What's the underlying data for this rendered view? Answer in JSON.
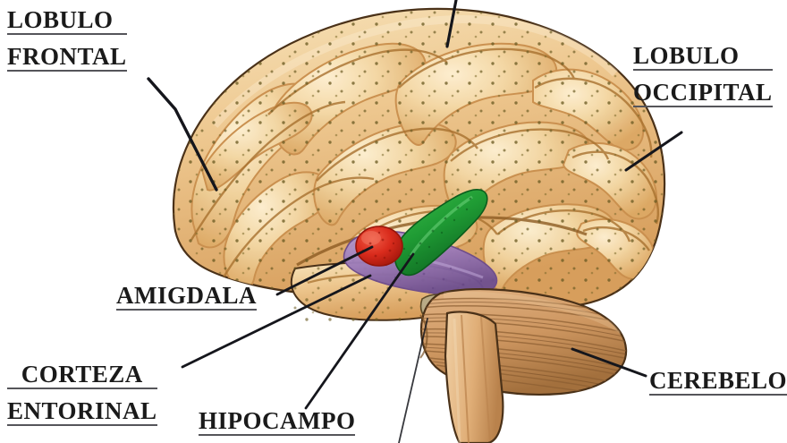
{
  "figure": {
    "kind": "anatomical-illustration",
    "subject": "human-brain-lateral-view",
    "language": "es",
    "background_color": "#ffffff"
  },
  "labels": {
    "frontal_lobe": {
      "line1": "LOBULO",
      "line2": "FRONTAL"
    },
    "occipital_lobe": {
      "line1": "LOBULO",
      "line2": "OCCIPITAL"
    },
    "amygdala": {
      "line1": "AMIGDALA"
    },
    "entorhinal_cortex": {
      "line1": "CORTEZA",
      "line2": "ENTORINAL"
    },
    "hippocampus": {
      "line1": "HIPOCAMPO"
    },
    "cerebellum": {
      "line1": "CEREBELO"
    }
  },
  "structures": [
    {
      "name": "cerebral-cortex",
      "color": "#eac387",
      "label": ""
    },
    {
      "name": "amygdala",
      "color": "#d92b1c",
      "label": "AMIGDALA"
    },
    {
      "name": "hippocampus",
      "color": "#1f9b34",
      "label": "HIPOCAMPO"
    },
    {
      "name": "entorhinal-cortex",
      "color": "#9b7ab8",
      "label": "CORTEZA ENTORINAL"
    },
    {
      "name": "cerebellum",
      "color": "#cf9b63",
      "label": "CEREBELO"
    },
    {
      "name": "brainstem",
      "color": "#e3b687",
      "label": ""
    },
    {
      "name": "midbrain",
      "color": "#b7a municipal",
      "label": ""
    }
  ],
  "colors": {
    "cortex_light": "#f6e0b4",
    "cortex_mid": "#eac387",
    "cortex_shadow": "#d09a56",
    "outline": "#4a3118",
    "speckle": "#6b5a22",
    "amygdala_red": "#d92b1c",
    "amygdala_red_dark": "#ab1a10",
    "hippocampus_green": "#1f9b34",
    "hippocampus_green_dark": "#0f6b22",
    "entorhinal_purple": "#9b7ab8",
    "entorhinal_purple_dark": "#7a5a99",
    "cerebellum_tan": "#cf9b63",
    "cerebellum_dark": "#9c6a38",
    "label_text": "#1a1a1a",
    "underline": "#55555a",
    "leader_line": "#15161c"
  },
  "leader_lines": [
    {
      "name": "leader-frontal-lobe",
      "from": "LOBULO FRONTAL",
      "to": "cerebral-cortex-frontal"
    },
    {
      "name": "leader-top-cut",
      "from": "(off-screen top)",
      "to": "cerebral-cortex-parietal"
    },
    {
      "name": "leader-occipital-lobe",
      "from": "LOBULO OCCIPITAL",
      "to": "cerebral-cortex-occipital"
    },
    {
      "name": "leader-amygdala",
      "from": "AMIGDALA",
      "to": "amygdala"
    },
    {
      "name": "leader-entorhinal-cortex",
      "from": "CORTEZA ENTORINAL",
      "to": "entorhinal-cortex"
    },
    {
      "name": "leader-hippocampus",
      "from": "HIPOCAMPO",
      "to": "hippocampus"
    },
    {
      "name": "leader-cerebellum",
      "from": "CEREBELO",
      "to": "cerebellum"
    },
    {
      "name": "leader-bottom-cut",
      "from": "(off-screen bottom)",
      "to": "midbrain"
    }
  ]
}
